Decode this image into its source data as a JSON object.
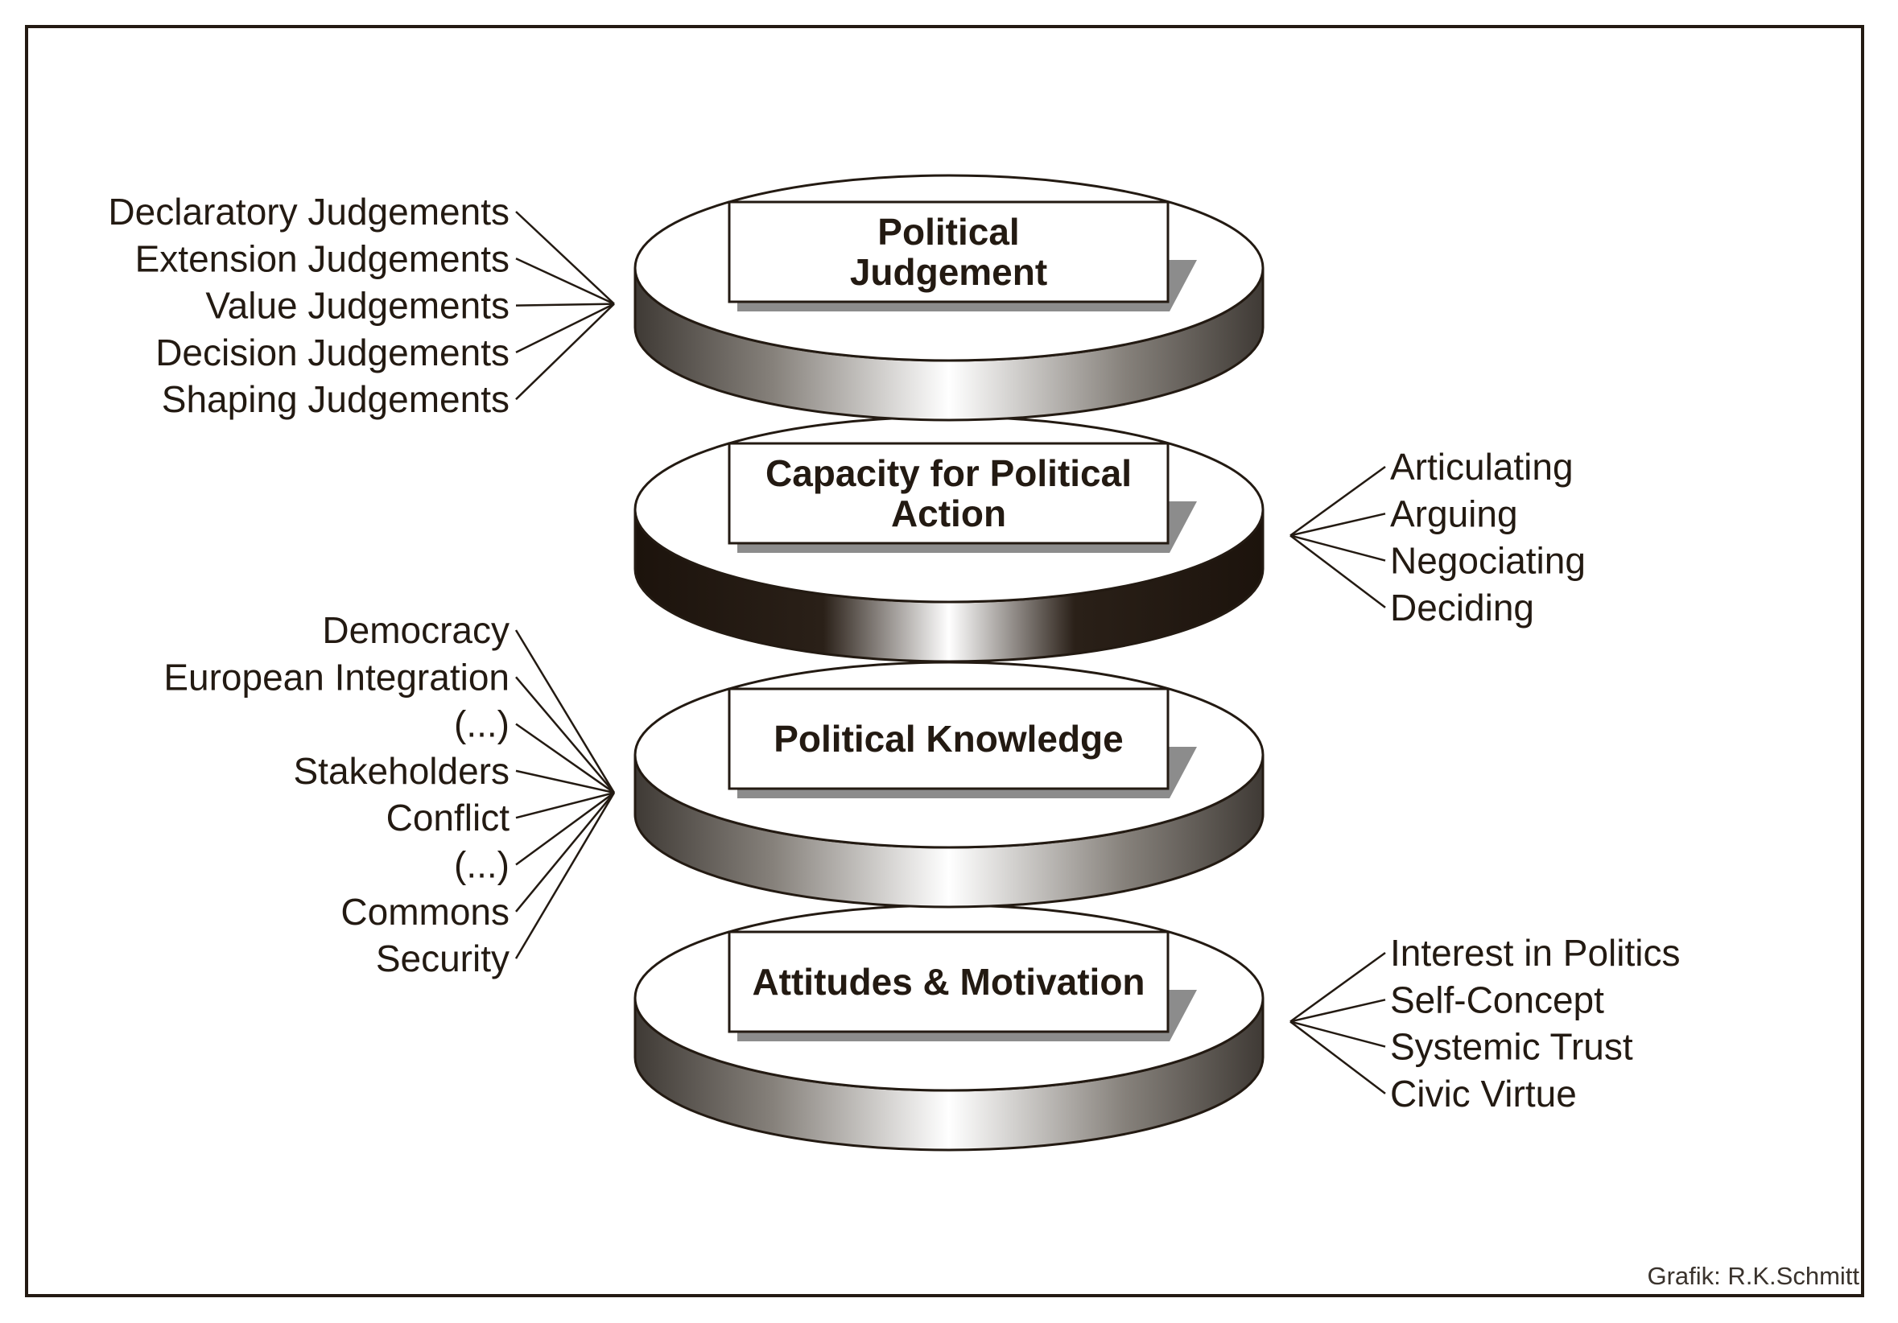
{
  "discs": [
    {
      "title_lines": [
        "Political",
        "Judgement"
      ],
      "rim_style": "gray"
    },
    {
      "title_lines": [
        "Capacity for Political",
        "Action"
      ],
      "rim_style": "dark"
    },
    {
      "title_lines": [
        "Political Knowledge"
      ],
      "rim_style": "gray"
    },
    {
      "title_lines": [
        "Attitudes & Motivation"
      ],
      "rim_style": "gray"
    }
  ],
  "left_groups": [
    {
      "disc": 0,
      "items": [
        "Declaratory Judgements",
        "Extension Judgements",
        "Value Judgements",
        "Decision Judgements",
        "Shaping Judgements"
      ]
    },
    {
      "disc": 2,
      "items": [
        "Democracy",
        "European Integration",
        "(...)",
        "Stakeholders",
        "Conflict",
        "(...)",
        "Commons",
        "Security"
      ]
    }
  ],
  "right_groups": [
    {
      "disc": 1,
      "items": [
        "Articulating",
        "Arguing",
        "Negociating",
        "Deciding"
      ]
    },
    {
      "disc": 3,
      "items": [
        "Interest in Politics",
        "Self-Concept",
        "Systemic Trust",
        "Civic Virtue"
      ]
    }
  ],
  "credit": "Grafik: R.K.Schmitt",
  "colors": {
    "ink": "#231a12",
    "shadow": "#8c8c8c",
    "rim_dark": "#1c130c",
    "rim_light": "#ffffff",
    "rim_gray": "#3f3a35"
  }
}
